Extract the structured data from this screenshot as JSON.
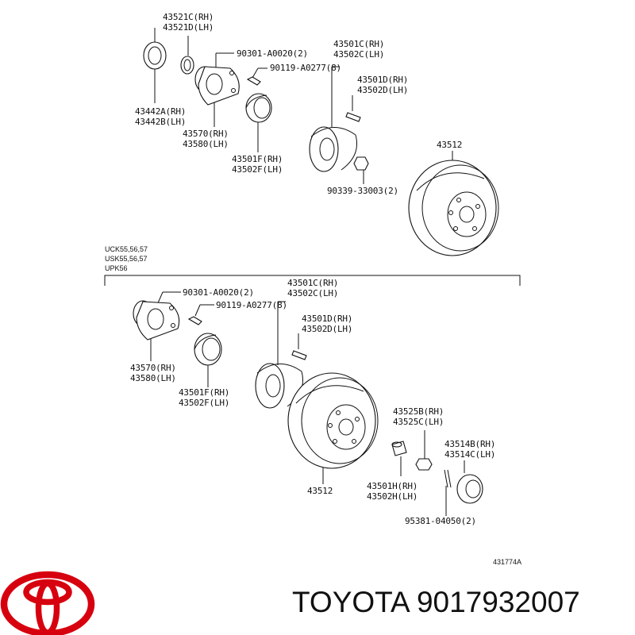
{
  "labels": {
    "p43521c": "43521C(RH)",
    "p43521d": "43521D(LH)",
    "p90301_a": "90301-A0020(2)",
    "p90119_a": "90119-A0277(8)",
    "p43501c_a": "43501C(RH)",
    "p43502c_a": "43502C(LH)",
    "p43501d_a": "43501D(RH)",
    "p43502d_a": "43502D(LH)",
    "p43442a": "43442A(RH)",
    "p43442b": "43442B(LH)",
    "p43570_a": "43570(RH)",
    "p43580_a": "43580(LH)",
    "p43501f_a": "43501F(RH)",
    "p43502f_a": "43502F(LH)",
    "p43512_a": "43512",
    "p90339": "90339-33003(2)",
    "p90301_b": "90301-A0020(2)",
    "p43501c_b": "43501C(RH)",
    "p43502c_b": "43502C(LH)",
    "p90119_b": "90119-A0277(8)",
    "p43501d_b": "43501D(RH)",
    "p43502d_b": "43502D(LH)",
    "p43570_b": "43570(RH)",
    "p43580_b": "43580(LH)",
    "p43501f_b": "43501F(RH)",
    "p43502f_b": "43502F(LH)",
    "p43525b": "43525B(RH)",
    "p43525c": "43525C(LH)",
    "p43514b": "43514B(RH)",
    "p43514c": "43514C(LH)",
    "p43512_b": "43512",
    "p43501h": "43501H(RH)",
    "p43502h": "43502H(LH)",
    "p95381": "95381-04050(2)"
  },
  "models": {
    "line1": "UCK55,56,57",
    "line2": "USK55,56,57",
    "line3": "UPK56"
  },
  "figure_id": "431774A",
  "brand_text": "TOYOTA 9017932007",
  "colors": {
    "logo": "#d7000f",
    "ink": "#111111"
  }
}
